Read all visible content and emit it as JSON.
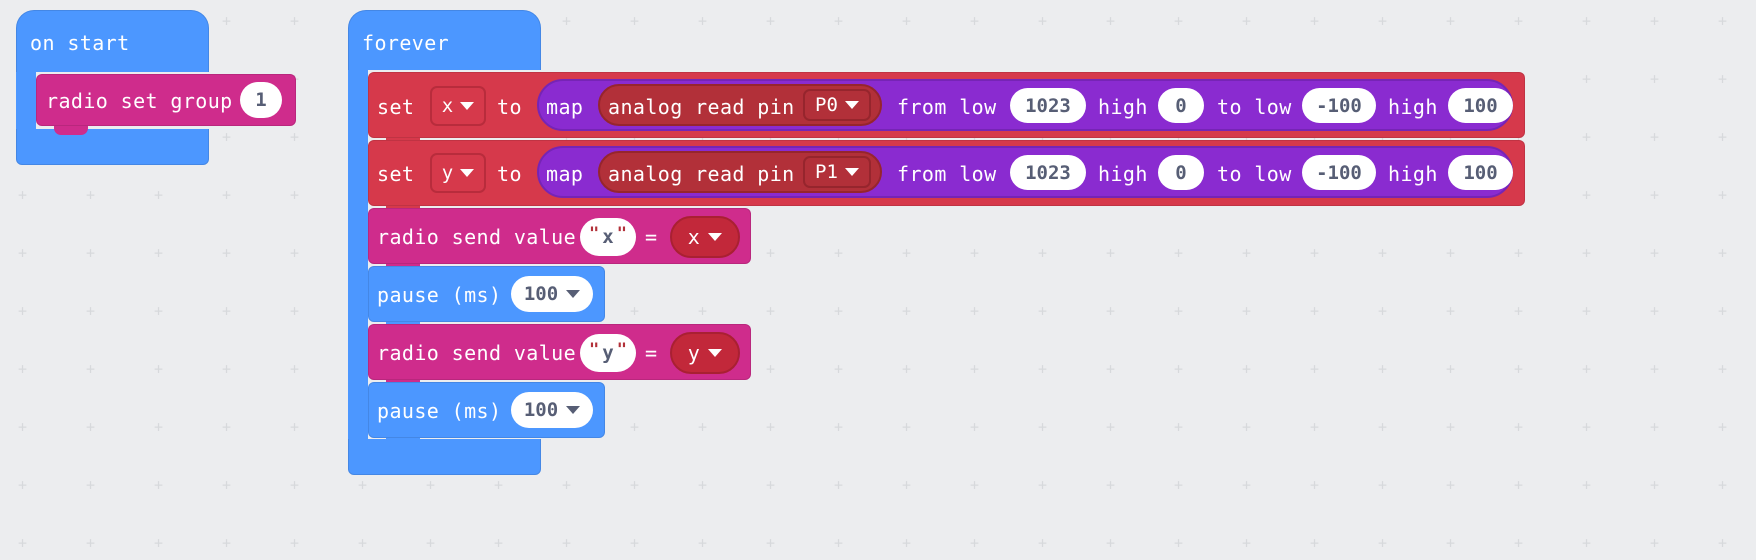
{
  "workspace": {
    "background_color": "#ecedef",
    "grid_marker": "+"
  },
  "palette": {
    "event_blue": "#4C97FF",
    "loop_blue": "#4C97FF",
    "variables_red": "#D6394B",
    "radio_magenta": "#CF2C8C",
    "map_purple": "#8A2BD0",
    "pins_darkred": "#B23039",
    "field_white": "#FFFFFF",
    "field_text": "#575E75"
  },
  "scripts": [
    {
      "id": "on-start",
      "header": "on start",
      "statements": [
        {
          "id": "radio-set-group",
          "label": "radio set group",
          "value": "1"
        }
      ]
    },
    {
      "id": "forever",
      "header": "forever",
      "statements": [
        {
          "id": "set-x",
          "keyword": "set",
          "variable": "x",
          "to": "to",
          "value_block": {
            "id": "map-x",
            "label": "map",
            "input": {
              "id": "analog-read-pin-x",
              "label": "analog read pin",
              "pin": "P0"
            },
            "from_low_label": "from low",
            "from_low": "1023",
            "from_high_label": "high",
            "from_high": "0",
            "to_low_label": "to low",
            "to_low": "-100",
            "to_high_label": "high",
            "to_high": "100"
          }
        },
        {
          "id": "set-y",
          "keyword": "set",
          "variable": "y",
          "to": "to",
          "value_block": {
            "id": "map-y",
            "label": "map",
            "input": {
              "id": "analog-read-pin-y",
              "label": "analog read pin",
              "pin": "P1"
            },
            "from_low_label": "from low",
            "from_low": "1023",
            "from_high_label": "high",
            "from_high": "0",
            "to_low_label": "to low",
            "to_low": "-100",
            "to_high_label": "high",
            "to_high": "100"
          }
        },
        {
          "id": "radio-send-x",
          "label": "radio send value",
          "name": "x",
          "equals": "=",
          "variable": "x"
        },
        {
          "id": "pause-1",
          "label": "pause (ms)",
          "value": "100"
        },
        {
          "id": "radio-send-y",
          "label": "radio send value",
          "name": "y",
          "equals": "=",
          "variable": "y"
        },
        {
          "id": "pause-2",
          "label": "pause (ms)",
          "value": "100"
        }
      ]
    }
  ]
}
